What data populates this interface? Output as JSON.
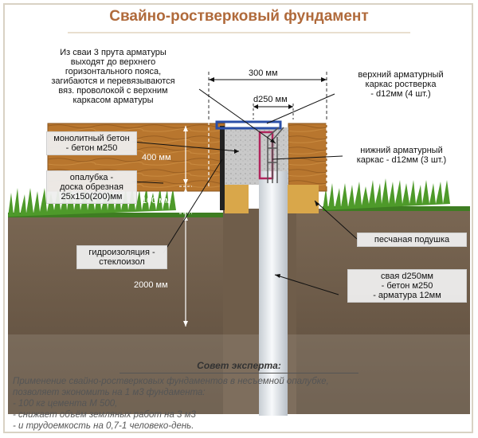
{
  "title": "Свайно-ростверковый фундамент",
  "labels": {
    "rebar_note": [
      "Из сваи 3 прута арматуры",
      "выходят до верхнего",
      "горизонтального пояса,",
      "загибаются и перевязываются",
      "вяз. проволокой с верхним",
      "каркасом арматуры"
    ],
    "upper_cage": [
      "верхний арматурный",
      "каркас ростверка",
      "- d12мм (4 шт.)"
    ],
    "concrete": [
      "монолитный бетон",
      "- бетон м250"
    ],
    "lower_cage": [
      "нижний арматурный",
      "каркас - d12мм (3 шт.)"
    ],
    "formwork": [
      "опалубка -",
      "доска обрезная",
      "25х150(200)мм"
    ],
    "sand": "песчаная подушка",
    "waterproof": [
      "гидроизоляция -",
      "стеклоизол"
    ],
    "pile": [
      "свая d250мм",
      "- бетон м250",
      "- арматура 12мм"
    ]
  },
  "dimensions": {
    "width": "300 мм",
    "pile_diameter": "d250 мм",
    "grillage_height": "400 мм",
    "cushion_height": "100 мм",
    "pile_depth": "2000 мм"
  },
  "advice": {
    "heading": "Совет эксперта:",
    "lines": [
      "Применение свайно-ростверковых фундаментов в несъемной опалубке,",
      "позволяет экономить на 1 м3 фундамента:",
      "- 100 кг цемента М 500,",
      "- снижает объём земляных работ на 3 м3",
      "- и трудоемкость на 0,7-1 человеко-день."
    ]
  },
  "colors": {
    "title": "#b06a3b",
    "wood": "#b8762e",
    "soil": "#6b5a47",
    "grass": "#4e9a2a",
    "concrete": "#c9c9c9",
    "sand": "#d9a74a",
    "upper_cage": "#2a4fa8",
    "lower_cage": "#b0255c"
  }
}
